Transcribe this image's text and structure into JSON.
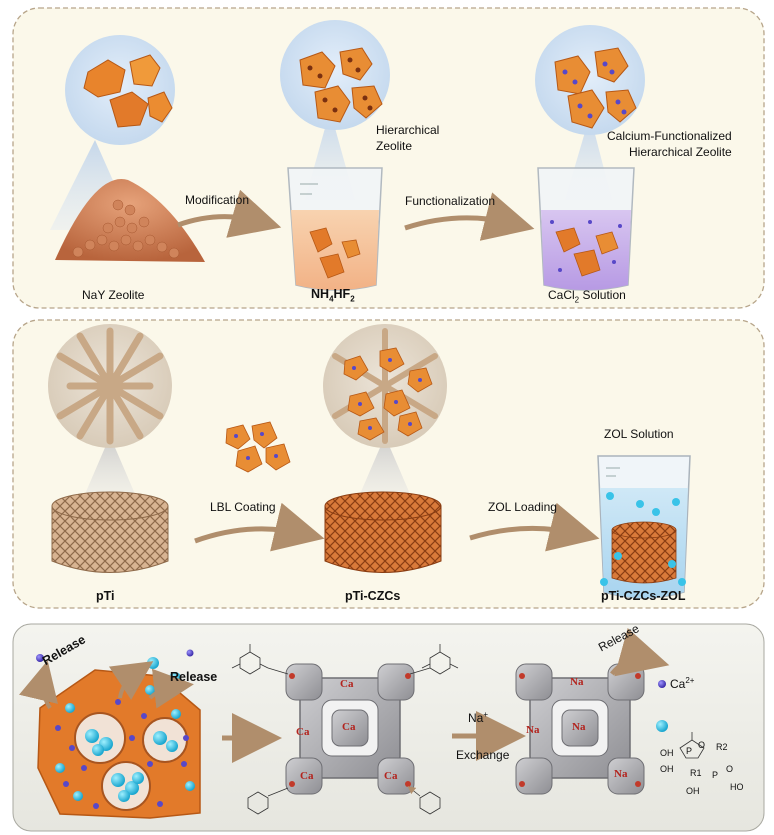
{
  "panel1": {
    "step1_label": "NaY Zeolite",
    "arrow1_label": "Modification",
    "step2_label_main": "NH",
    "step2_sub1": "4",
    "step2_mid": "HF",
    "step2_sub2": "2",
    "step2_callout": "Hierarchical\nZeolite",
    "arrow2_label": "Functionalization",
    "step3_label_main": "CaCl",
    "step3_sub": "2",
    "step3_label_tail": " Solution",
    "step3_callout": "Calcium-Functionalized\nHierarchical Zeolite"
  },
  "panel2": {
    "step1_label": "pTi",
    "arrow1_label": "LBL Coating",
    "step2_label": "pTi-CZCs",
    "arrow2_label": "ZOL Loading",
    "step3_top_label": "ZOL Solution",
    "step3_label": "pTi-CZCs-ZOL"
  },
  "panel3": {
    "release_left": "Release",
    "release_mid": "Release",
    "ca_labels": [
      "Ca",
      "Ca",
      "Ca",
      "Ca",
      "Ca"
    ],
    "exchange_ion_main": "Na",
    "exchange_ion_sup": "+",
    "exchange_label": "Exchange",
    "na_labels": [
      "Na",
      "Na",
      "Na",
      "Na"
    ],
    "release_right": "Release",
    "ca_ion_main": "Ca",
    "ca_ion_sup": "2+",
    "zol_labels": {
      "oh1": "OH",
      "oh2": "OH",
      "oh3": "OH",
      "ho": "HO",
      "p1": "P",
      "p2": "P",
      "o1": "O",
      "o2": "O",
      "r1": "R1",
      "r2": "R2"
    }
  },
  "colors": {
    "panel_bg": "#fbf8ea",
    "panel_border": "#b7a58a",
    "panel3_bg": "#efefe9",
    "zeolite_orange": "#e27a2a",
    "arrow": "#b08e6c",
    "ion_blue": "#39c3e8",
    "ion_purple": "#5848c8",
    "frame_gray": "#a9a9ad",
    "atom_red": "#b3241e"
  }
}
